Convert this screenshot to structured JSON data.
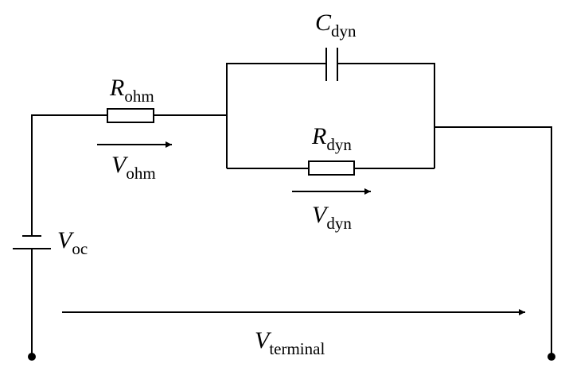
{
  "diagram": {
    "labels": {
      "c_dyn": {
        "symbol": "C",
        "subscript": "dyn"
      },
      "r_ohm": {
        "symbol": "R",
        "subscript": "ohm"
      },
      "v_ohm": {
        "symbol": "V",
        "subscript": "ohm"
      },
      "r_dyn": {
        "symbol": "R",
        "subscript": "dyn"
      },
      "v_dyn": {
        "symbol": "V",
        "subscript": "dyn"
      },
      "v_oc": {
        "symbol": "V",
        "subscript": "oc"
      },
      "v_terminal": {
        "symbol": "V",
        "subscript": "terminal"
      }
    },
    "colors": {
      "line": "#000000",
      "background": "#ffffff"
    }
  }
}
